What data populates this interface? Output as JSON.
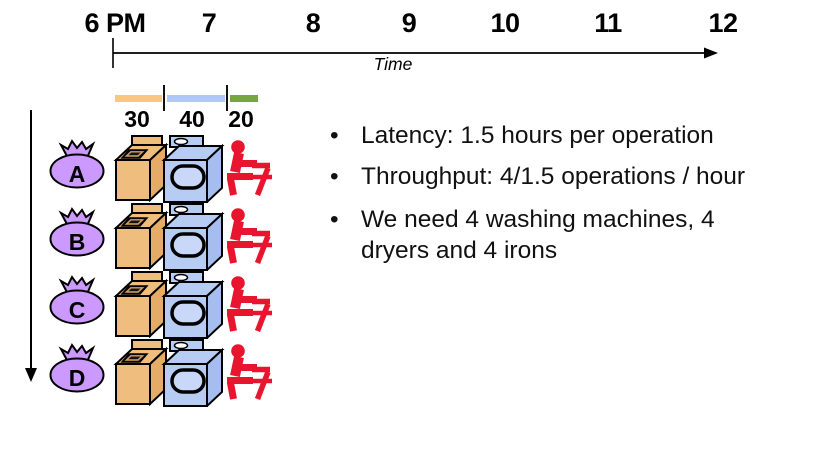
{
  "timeline": {
    "hour_labels": [
      "6 PM",
      "7",
      "8",
      "9",
      "10",
      "11",
      "12"
    ],
    "axis_label": "Time"
  },
  "stages": {
    "bars": [
      {
        "name": "wash",
        "duration_min": "30",
        "color": "#F8C87F"
      },
      {
        "name": "dry",
        "duration_min": "40",
        "color": "#AFC8F4"
      },
      {
        "name": "iron",
        "duration_min": "20",
        "color": "#76A73C"
      }
    ]
  },
  "loads": [
    {
      "label": "A"
    },
    {
      "label": "B"
    },
    {
      "label": "C"
    },
    {
      "label": "D"
    }
  ],
  "notes": {
    "bullet_char": "•",
    "bullets": [
      "Latency: 1.5 hours per operation",
      "Throughput: 4/1.5 operations / hour",
      "We need 4 washing machines, 4 dryers and 4 irons"
    ]
  },
  "colors": {
    "washer": "#EFBE7E",
    "washer_side": "#E4AC66",
    "washer_opening": "#161616",
    "dryer": "#B7CCF2",
    "dryer_side": "#A6BEEE",
    "dryer_door": "#C9D8F8",
    "bag": "#CC99FF",
    "iron_figure": "#E8152F",
    "wash_bar": "#F8C87F",
    "dry_bar": "#AFC8F4",
    "iron_bar": "#76A73C"
  }
}
